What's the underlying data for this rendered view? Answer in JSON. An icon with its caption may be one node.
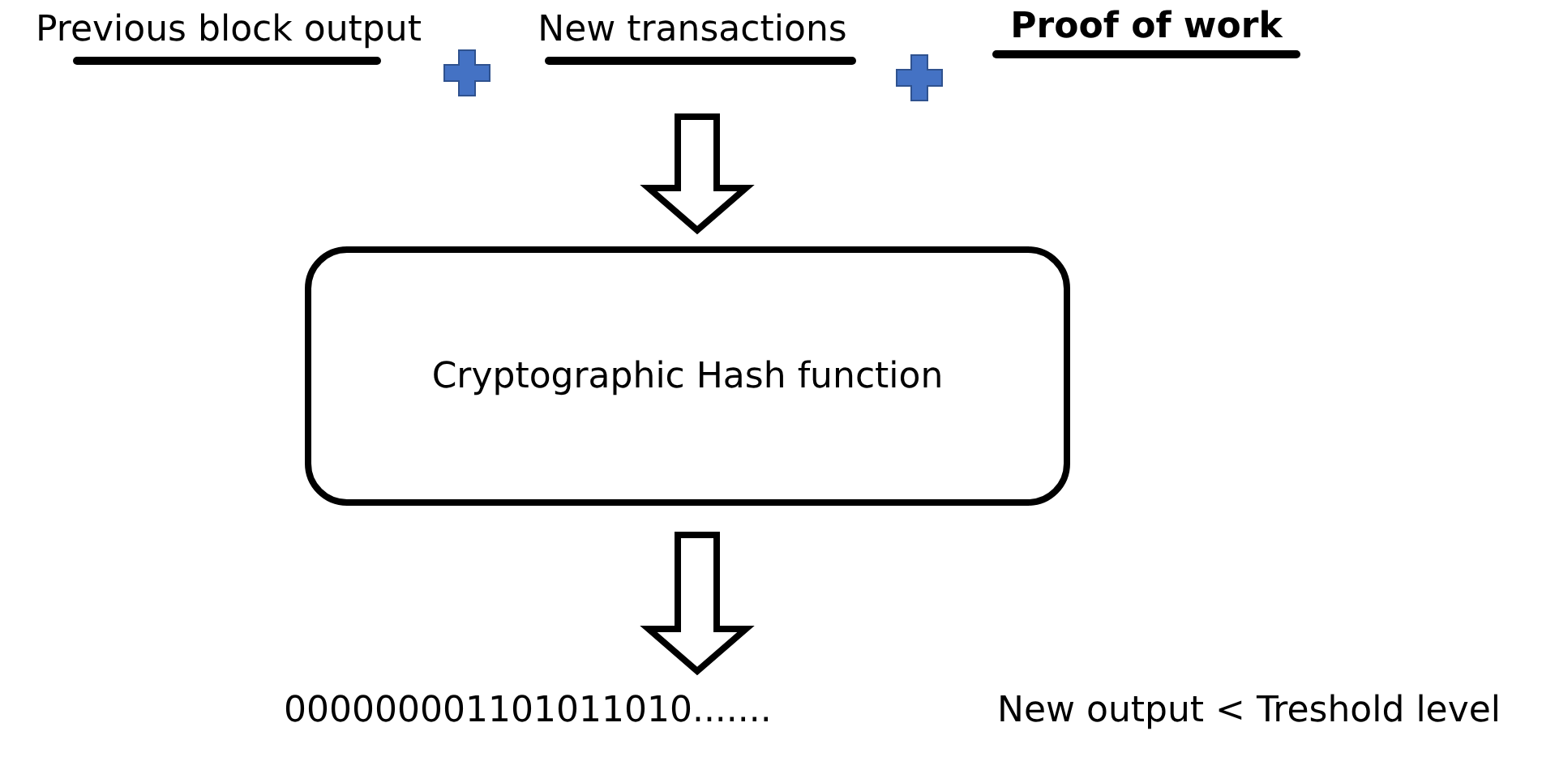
{
  "diagram": {
    "nodes": [
      {
        "text": [
          "Previous block output"
        ]
      },
      {
        "text": [
          "New transactions"
        ]
      },
      {
        "text": [
          "Proof of work"
        ]
      },
      {
        "text": [
          "Cryptographic Hash function"
        ]
      },
      {
        "text": [
          "000000001101011010......."
        ]
      }
    ],
    "edges": [
      {
        "from": 1,
        "to": 3,
        "arrow": "to"
      },
      {
        "from": 3,
        "to": 4,
        "arrow": "to"
      }
    ],
    "labels": [
      "New output < Treshold level"
    ]
  }
}
